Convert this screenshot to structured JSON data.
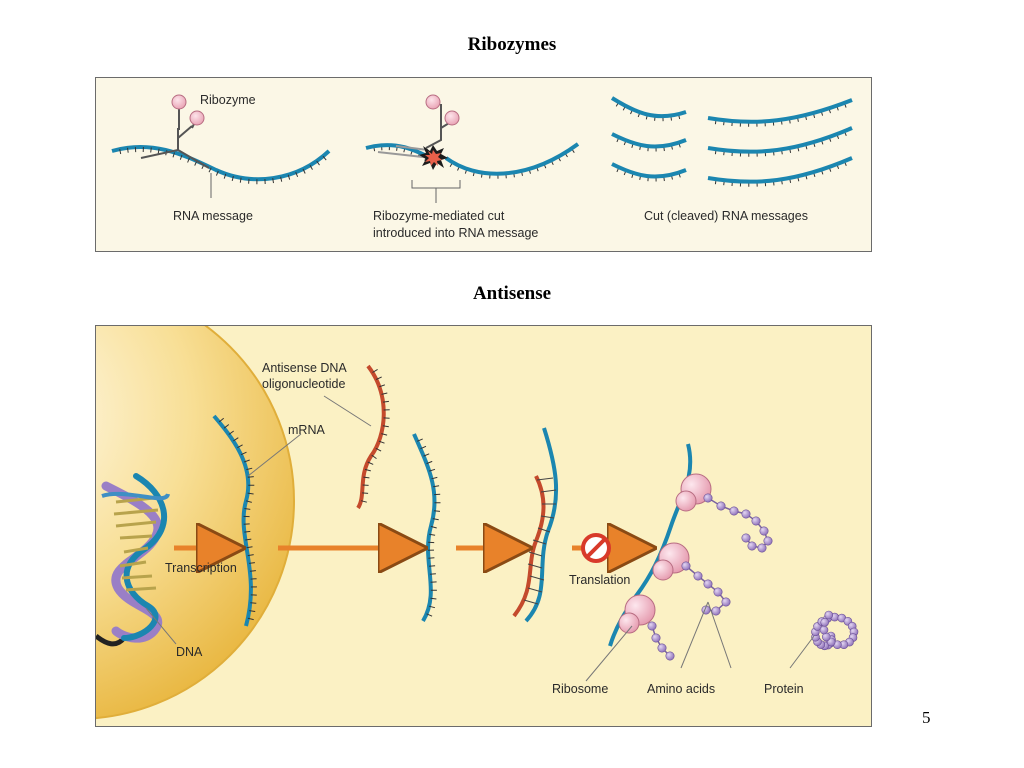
{
  "slide": {
    "heading_top": "Ribozymes",
    "heading_bottom": "Antisense",
    "page_number": "5"
  },
  "colors": {
    "rna_blue": "#1b86b0",
    "antisense_red": "#c44a2c",
    "ribozyme_pink": "#f2b7c4",
    "arrow_orange": "#e8822a",
    "prohibit_red": "#d83a2a",
    "amino_purple": "#9b7fc2",
    "panel_top_bg": "#fbf7e6",
    "panel_bottom_bg": "#fbf1c4",
    "nucleus_yellow": "#f2c75a"
  },
  "ribozymes_panel": {
    "labels": {
      "ribozyme": "Ribozyme",
      "rna_message": "RNA message",
      "cut_line1": "Ribozyme-mediated cut",
      "cut_line2": "introduced into RNA message",
      "cleaved": "Cut (cleaved) RNA messages"
    }
  },
  "antisense_panel": {
    "labels": {
      "antisense_line1": "Antisense DNA",
      "antisense_line2": "oligonucleotide",
      "mrna": "mRNA",
      "transcription": "Transcription",
      "translation": "Translation",
      "dna": "DNA",
      "ribosome": "Ribosome",
      "amino_acids": "Amino acids",
      "protein": "Protein"
    }
  }
}
